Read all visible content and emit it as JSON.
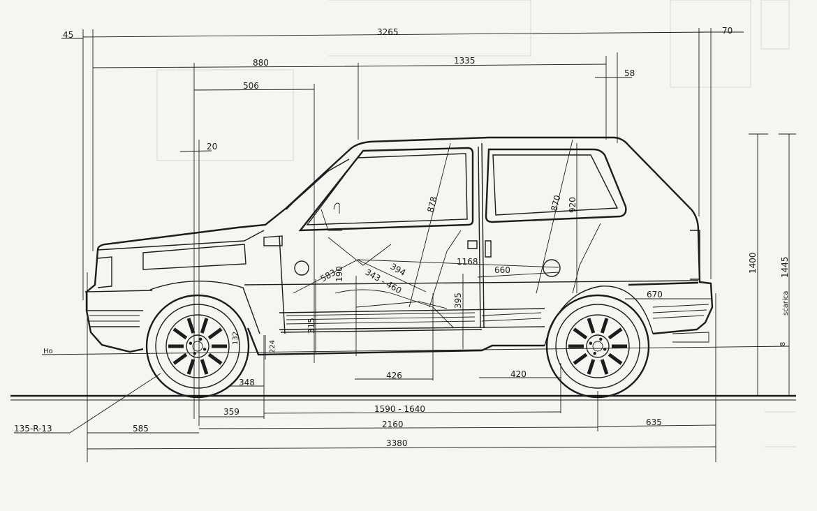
{
  "dimensions": {
    "overhang_front_top": "45",
    "body_length_top": "3265",
    "overhang_rear_top": "70",
    "front_to_seat": "880",
    "seat_to_rear": "1335",
    "front_offset": "506",
    "rear_offset": "58",
    "small_offset": "20",
    "height": "1400",
    "height_empty": "1445",
    "height_empty_label": "scarica",
    "pillar_878": "878",
    "pillar_870": "870",
    "pillar_920": "920",
    "seat_583": "583",
    "seat_190": "190",
    "seat_343": "343 - 460",
    "seat_394": "394",
    "interior_1168": "1168",
    "interior_660": "660",
    "rear_670": "670",
    "seat_395": "395",
    "seat_315": "315",
    "ground_224": "224",
    "wheel_132": "132",
    "front_348": "348",
    "floor_426": "426",
    "floor_420": "420",
    "front_359": "359",
    "track": "1590 - 1640",
    "front_overhang": "585",
    "wheelbase": "2160",
    "rear_overhang": "635",
    "total_length": "3380",
    "tyre": "135-R-13",
    "ground_mark_left": "Ho",
    "ground_mark_right": "8"
  }
}
